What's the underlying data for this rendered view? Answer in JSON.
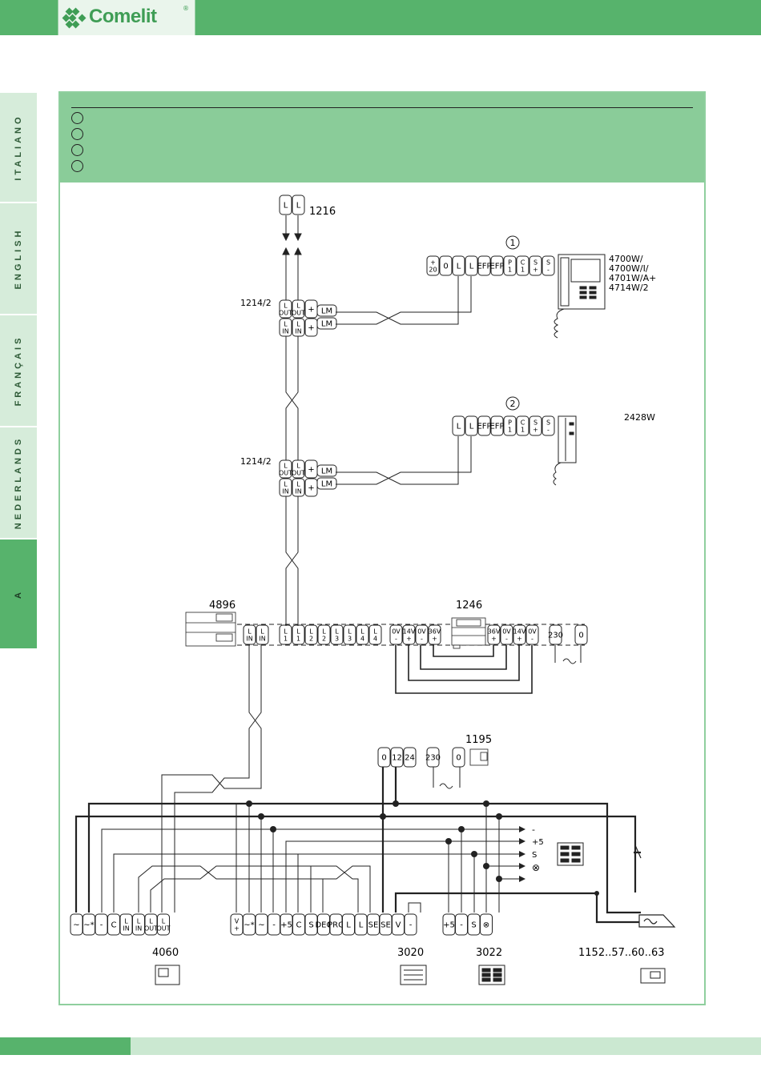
{
  "brand": {
    "name": "Comelit",
    "reg": "®",
    "color": "#57b36c"
  },
  "sidebar": {
    "tabs": [
      {
        "label": "ITALIANO"
      },
      {
        "label": "ENGLISH"
      },
      {
        "label": "FRANÇAIS"
      },
      {
        "label": "NEDERLANDS"
      },
      {
        "label": "A",
        "active": true
      }
    ]
  },
  "diagram": {
    "labels": {
      "m1216": "1216",
      "m1214a": "1214/2",
      "m1214b": "1214/2",
      "monitor1": "1",
      "monitor2": "2",
      "models1": [
        "4700W/",
        "4700W/I/",
        "4701W/A+",
        "4714W/2"
      ],
      "m2428": "2428W",
      "m4896": "4896",
      "m1246": "1246",
      "m1195": "1195",
      "m4060": "4060",
      "m3020": "3020",
      "m3022": "3022",
      "m1152": "1152..57..60..63"
    },
    "terminals": {
      "t1216": [
        "L",
        "L"
      ],
      "t1214": [
        "L OUT",
        "L OUT",
        "+",
        "LM",
        "L IN",
        "L IN",
        "+",
        "LM"
      ],
      "mon1": [
        "+ 20",
        "0",
        "L",
        "L",
        "EFP",
        "EFP",
        "P 1",
        "C 1",
        "S +",
        "S -"
      ],
      "mon2": [
        "L",
        "L",
        "EFP",
        "EFP",
        "P 1",
        "C 1",
        "S +",
        "S -"
      ],
      "bus4896": [
        "L IN",
        "L IN",
        "L 1",
        "L 1",
        "L 2",
        "L 2",
        "L 3",
        "L 3",
        "L 4",
        "L 4"
      ],
      "psu1246": [
        "0V -",
        "14V +",
        "0V -",
        "36V +",
        "36V +",
        "0V -",
        "14V +",
        "0V -",
        "230",
        "0"
      ],
      "t1195": [
        "0",
        "12",
        "24",
        "230",
        "0"
      ],
      "t4060": [
        "~",
        "~*",
        "-",
        "C",
        "L IN",
        "L IN",
        "L OUT",
        "L OUT"
      ],
      "t3020": [
        "V +",
        "~*",
        "~",
        "-",
        "+5",
        "C",
        "S",
        "DEC",
        "PRG",
        "L",
        "L",
        "SE",
        "SE",
        "V",
        "-"
      ],
      "t3022": [
        "+5",
        "-",
        "S",
        "⊗"
      ],
      "bus_right": [
        "-",
        "+5",
        "S",
        "⊗"
      ]
    }
  }
}
